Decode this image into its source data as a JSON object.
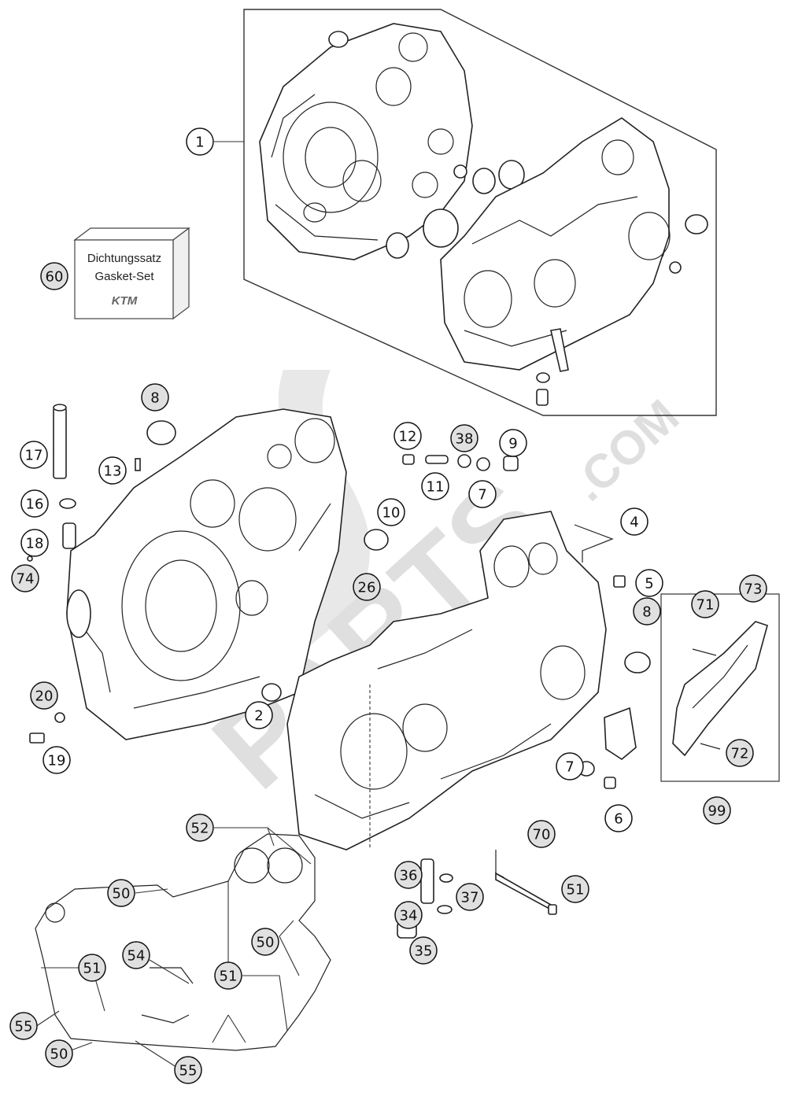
{
  "gasket_box": {
    "line1": "Dichtungssatz",
    "line2": "Gasket-Set",
    "logo": "KTM"
  },
  "watermark": {
    "main": "PARTS",
    "suffix": ".COM"
  },
  "callouts": {
    "c1": "1",
    "c60": "60",
    "c8a": "8",
    "c17": "17",
    "c13": "13",
    "c16": "16",
    "c18": "18",
    "c74": "74",
    "c12": "12",
    "c38": "38",
    "c9": "9",
    "c11": "11",
    "c7a": "7",
    "c10": "10",
    "c4": "4",
    "c5": "5",
    "c26": "26",
    "c8b": "8",
    "c71": "71",
    "c73": "73",
    "c72": "72",
    "c99": "99",
    "c20": "20",
    "c19": "19",
    "c2": "2",
    "c7b": "7",
    "c6": "6",
    "c52": "52",
    "c70": "70",
    "c50a": "50",
    "c36": "36",
    "c37": "37",
    "c51a": "51",
    "c34": "34",
    "c50b": "50",
    "c54": "54",
    "c51b": "51",
    "c51c": "51",
    "c35": "35",
    "c55a": "55",
    "c50c": "50",
    "c55b": "55"
  }
}
